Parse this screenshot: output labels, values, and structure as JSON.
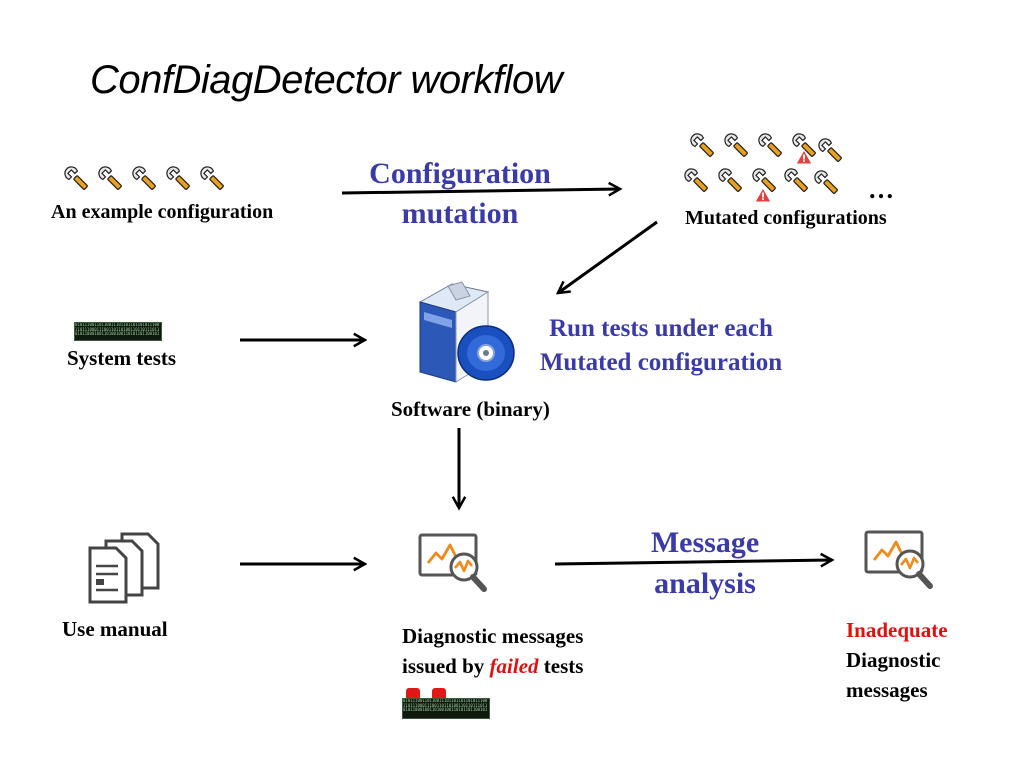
{
  "title": "ConfDiagDetector workflow",
  "nodes": {
    "example_config": "An example configuration",
    "mutated_configs": "Mutated configurations",
    "ellipsis": "…",
    "system_tests": "System tests",
    "software": "Software (binary)",
    "use_manual": "Use manual",
    "diag_line1": "Diagnostic messages",
    "diag_line2_pre": "issued by ",
    "diag_line2_em": "failed",
    "diag_line2_post": " tests",
    "inadequate": "Inadequate",
    "inadequate_line2": "Diagnostic",
    "inadequate_line3": "messages"
  },
  "edge_labels": {
    "mutation_line1": "Configuration",
    "mutation_line2": "mutation",
    "run_line1": "Run tests under each",
    "run_line2": "Mutated configuration",
    "analysis_line1": "Message",
    "analysis_line2": "analysis"
  },
  "icons": [
    "wrench-icon",
    "warning-icon",
    "software-box-icon",
    "disc-icon",
    "document-stack-icon",
    "monitor-chart-icon",
    "magnifier-icon",
    "code-strip-icon"
  ],
  "colors": {
    "accent_blue": "#3a3aa8",
    "highlight_red": "#e01010",
    "chart_orange": "#f08a1c",
    "wrench_gold": "#e8a020"
  }
}
